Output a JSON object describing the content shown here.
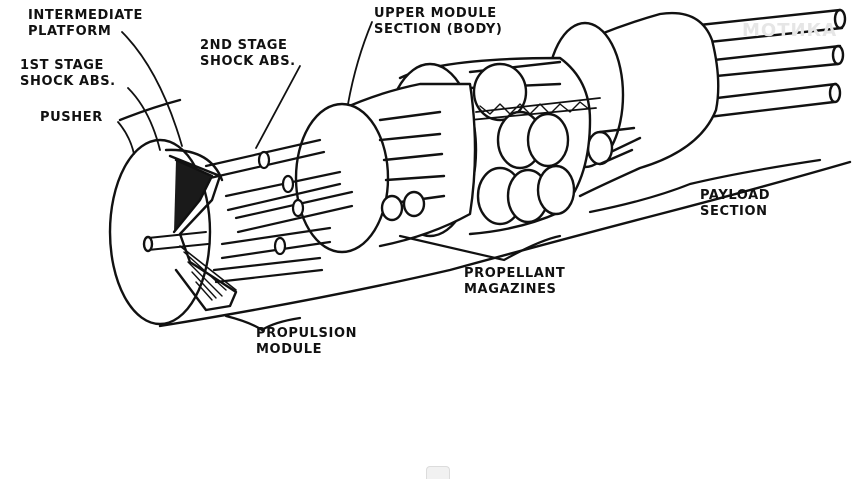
{
  "labels": {
    "intermediate_platform": [
      "INTERMEDIATE",
      "PLATFORM"
    ],
    "first_stage": [
      "1st STAGE",
      "SHOCK ABS."
    ],
    "pusher": "PUSHER",
    "second_stage": [
      "2nd STAGE",
      "SHOCK ABS."
    ],
    "upper_module": [
      "UPPER MODULE",
      "SECTION (BODY)"
    ],
    "propellant": [
      "PROPELLANT",
      "MAGAZINES"
    ],
    "payload": [
      "PAYLOAD",
      "SECTION"
    ],
    "propulsion": [
      "PROPULSION",
      "MODULE"
    ]
  },
  "watermark": "МОТИКА"
}
